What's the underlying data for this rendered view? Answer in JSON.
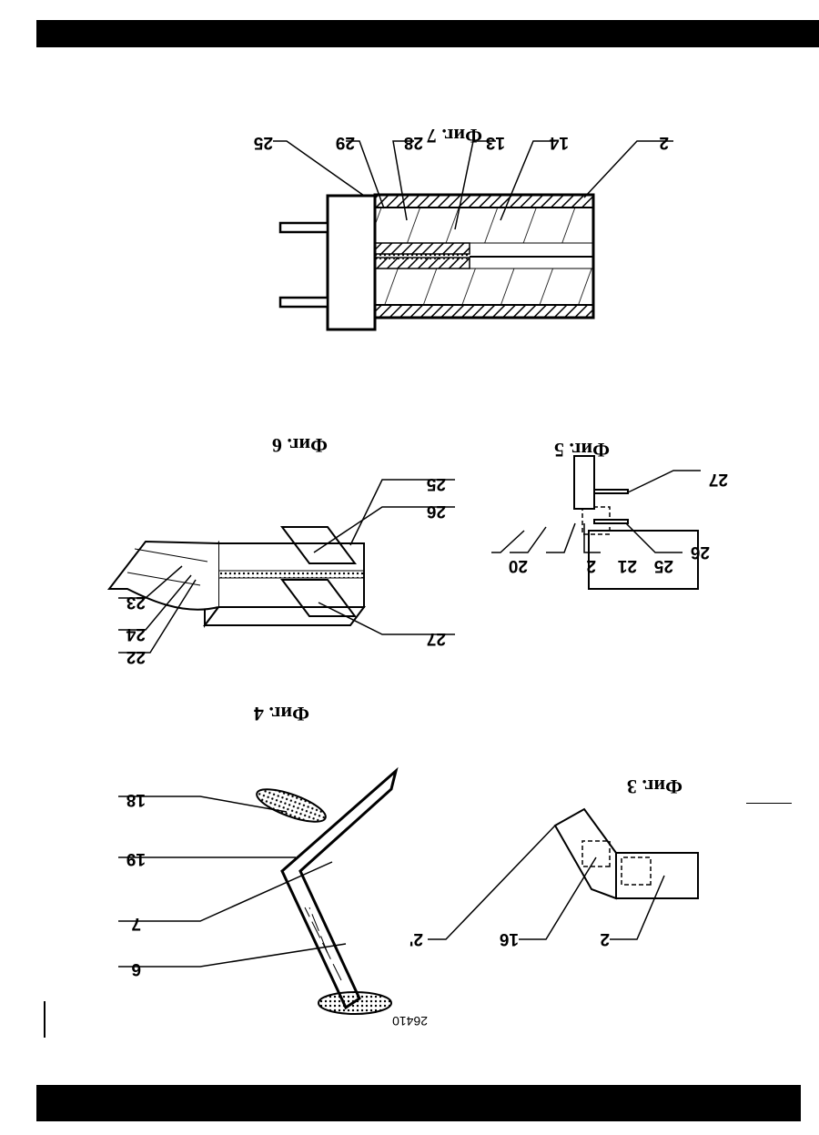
{
  "page_number": "26410",
  "figures": {
    "fig3": {
      "caption": "Фиг. 3",
      "labels": [
        "2",
        "16",
        "2'"
      ]
    },
    "fig4": {
      "caption": "Фиг. 4",
      "labels": [
        "18",
        "19",
        "7",
        "6"
      ]
    },
    "fig5": {
      "caption": "Фиг. 5",
      "labels": [
        "27",
        "26",
        "25",
        "21",
        "2",
        "20"
      ]
    },
    "fig6": {
      "caption": "Фиг. 6",
      "labels": [
        "23",
        "24",
        "22",
        "27",
        "26",
        "25"
      ]
    },
    "fig7": {
      "caption": "Фиг. 7",
      "labels": [
        "2",
        "14",
        "13",
        "28",
        "29",
        "25"
      ]
    }
  },
  "colors": {
    "ink": "#000000",
    "paper": "#ffffff",
    "shade": "#555555"
  }
}
